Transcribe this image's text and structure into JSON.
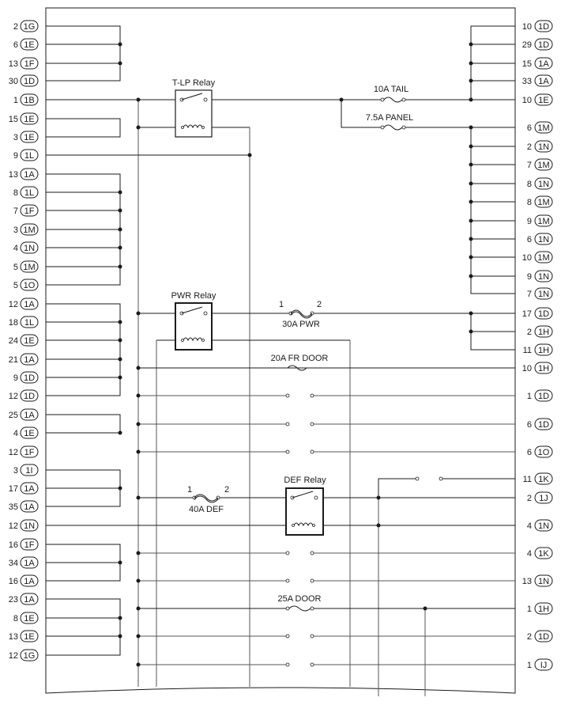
{
  "left_pins": [
    {
      "pin": "2",
      "conn": "1G"
    },
    {
      "pin": "6",
      "conn": "1E"
    },
    {
      "pin": "13",
      "conn": "1F"
    },
    {
      "pin": "30",
      "conn": "1D"
    },
    {
      "pin": "1",
      "conn": "1B"
    },
    {
      "pin": "15",
      "conn": "1E"
    },
    {
      "pin": "3",
      "conn": "1E"
    },
    {
      "pin": "9",
      "conn": "1L"
    },
    {
      "pin": "13",
      "conn": "1A"
    },
    {
      "pin": "8",
      "conn": "1L"
    },
    {
      "pin": "7",
      "conn": "1F"
    },
    {
      "pin": "3",
      "conn": "1M"
    },
    {
      "pin": "4",
      "conn": "1N"
    },
    {
      "pin": "5",
      "conn": "1M"
    },
    {
      "pin": "5",
      "conn": "1O"
    },
    {
      "pin": "12",
      "conn": "1A"
    },
    {
      "pin": "18",
      "conn": "1L"
    },
    {
      "pin": "24",
      "conn": "1E"
    },
    {
      "pin": "21",
      "conn": "1A"
    },
    {
      "pin": "9",
      "conn": "1D"
    },
    {
      "pin": "12",
      "conn": "1D"
    },
    {
      "pin": "25",
      "conn": "1A"
    },
    {
      "pin": "4",
      "conn": "1E"
    },
    {
      "pin": "12",
      "conn": "1F"
    },
    {
      "pin": "3",
      "conn": "1I"
    },
    {
      "pin": "17",
      "conn": "1A"
    },
    {
      "pin": "35",
      "conn": "1A"
    },
    {
      "pin": "12",
      "conn": "1N"
    },
    {
      "pin": "16",
      "conn": "1F"
    },
    {
      "pin": "34",
      "conn": "1A"
    },
    {
      "pin": "16",
      "conn": "1A"
    },
    {
      "pin": "23",
      "conn": "1A"
    },
    {
      "pin": "8",
      "conn": "1E"
    },
    {
      "pin": "13",
      "conn": "1E"
    },
    {
      "pin": "12",
      "conn": "1G"
    }
  ],
  "right_pins": [
    {
      "pin": "10",
      "conn": "1D"
    },
    {
      "pin": "29",
      "conn": "1D"
    },
    {
      "pin": "15",
      "conn": "1A"
    },
    {
      "pin": "33",
      "conn": "1A"
    },
    {
      "pin": "10",
      "conn": "1E"
    },
    {
      "pin": "6",
      "conn": "1M"
    },
    {
      "pin": "2",
      "conn": "1N"
    },
    {
      "pin": "7",
      "conn": "1M"
    },
    {
      "pin": "8",
      "conn": "1N"
    },
    {
      "pin": "8",
      "conn": "1M"
    },
    {
      "pin": "9",
      "conn": "1M"
    },
    {
      "pin": "6",
      "conn": "1N"
    },
    {
      "pin": "10",
      "conn": "1M"
    },
    {
      "pin": "9",
      "conn": "1N"
    },
    {
      "pin": "7",
      "conn": "1N"
    },
    {
      "pin": "17",
      "conn": "1D"
    },
    {
      "pin": "2",
      "conn": "1H"
    },
    {
      "pin": "11",
      "conn": "1H"
    },
    {
      "pin": "10",
      "conn": "1H"
    },
    {
      "pin": "1",
      "conn": "1D"
    },
    {
      "pin": "6",
      "conn": "1D"
    },
    {
      "pin": "6",
      "conn": "1O"
    },
    {
      "pin": "11",
      "conn": "1K"
    },
    {
      "pin": "2",
      "conn": "1J"
    },
    {
      "pin": "4",
      "conn": "1N"
    },
    {
      "pin": "4",
      "conn": "1K"
    },
    {
      "pin": "13",
      "conn": "1N"
    },
    {
      "pin": "1",
      "conn": "1H"
    },
    {
      "pin": "2",
      "conn": "1D"
    },
    {
      "pin": "1",
      "conn": "IJ"
    }
  ],
  "relays": {
    "tlp": "T-LP Relay",
    "pwr": "PWR Relay",
    "def": "DEF Relay"
  },
  "fuses": {
    "tail": "10A TAIL",
    "panel": "7.5A PANEL",
    "pwr": "30A PWR",
    "frdoor": "20A FR DOOR",
    "def": "40A DEF",
    "door": "25A DOOR"
  },
  "fuse_pins": {
    "pwr_in": "1",
    "pwr_out": "2",
    "def_in": "1",
    "def_out": "2"
  }
}
